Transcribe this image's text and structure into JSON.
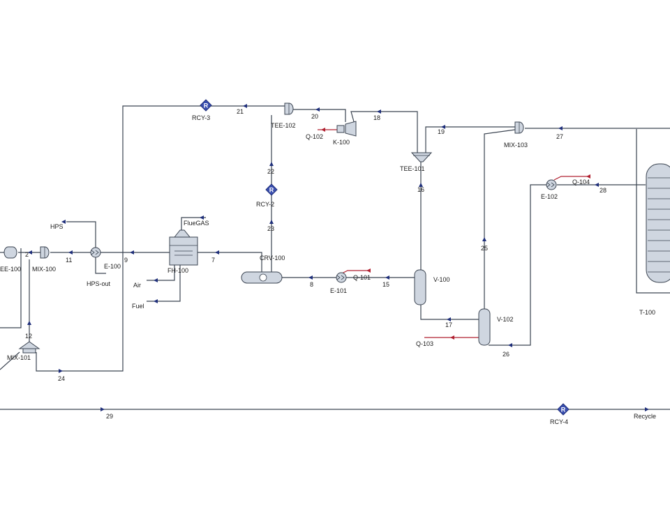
{
  "labels": {
    "rcy3": "RCY-3",
    "s21": "21",
    "tee102": "TEE-102",
    "s20": "20",
    "s18": "18",
    "q102": "Q-102",
    "k100": "K-100",
    "s19": "19",
    "mix103": "MIX-103",
    "s27": "27",
    "tee101": "TEE-101",
    "s16": "16",
    "s22": "22",
    "rcy2": "RCY-2",
    "s23": "23",
    "q104": "Q-104",
    "e102": "E-102",
    "s28": "28",
    "s25": "25",
    "hps": "HPS",
    "flueGas": "FlueGAS",
    "tee100": "EE-100",
    "s2": "2",
    "mix100": "MIX-100",
    "s11": "11",
    "e100": "E-100",
    "s9": "9",
    "hpsOut": "HPS-out",
    "fh100": "FH-100",
    "s7": "7",
    "crv100": "CRV-100",
    "air": "Air",
    "fuel": "Fuel",
    "s8": "8",
    "e101": "E-101",
    "q101": "Q-101",
    "s15": "15",
    "v100": "V-100",
    "t100": "T-100",
    "s12": "12",
    "mix101": "MIX-101",
    "s24": "24",
    "s17": "17",
    "v102": "V-102",
    "q103": "Q-103",
    "s26": "26",
    "s29": "29",
    "rcy4": "RCY-4",
    "recycle": "Recycle"
  },
  "recycle_letter": "R",
  "colors": {
    "pipe": "#3a4350",
    "energy_stream": "#b02030",
    "stream_arrow": "#1f2f7a",
    "equipment_fill": "#cfd6e0",
    "recycle_block": "#3a4fb0"
  }
}
